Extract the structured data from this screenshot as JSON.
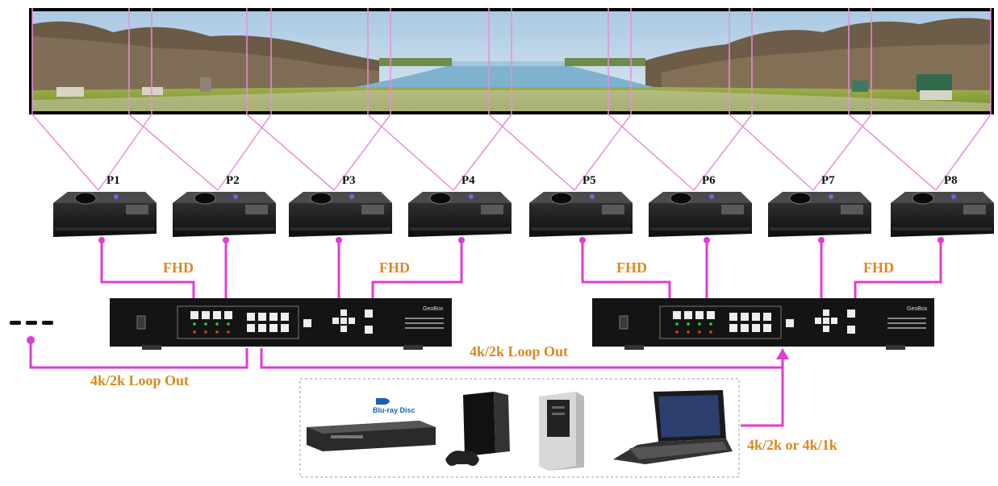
{
  "projectors": [
    "P1",
    "P2",
    "P3",
    "P4",
    "P5",
    "P6",
    "P7",
    "P8"
  ],
  "labels": {
    "fhd": "FHD",
    "loop_out": "4k/2k Loop Out",
    "input": "4k/2k or 4k/1k"
  },
  "devices": [
    "blu-ray-player",
    "game-console",
    "desktop-pc",
    "laptop"
  ],
  "device_text": {
    "bluray_logo": "Blu-ray Disc"
  },
  "processor_brand": "GeoBox",
  "colors": {
    "cable": "#e13bd6",
    "label": "#d98a1f",
    "projection_line": "#e58fd9",
    "processor": "#141414"
  }
}
